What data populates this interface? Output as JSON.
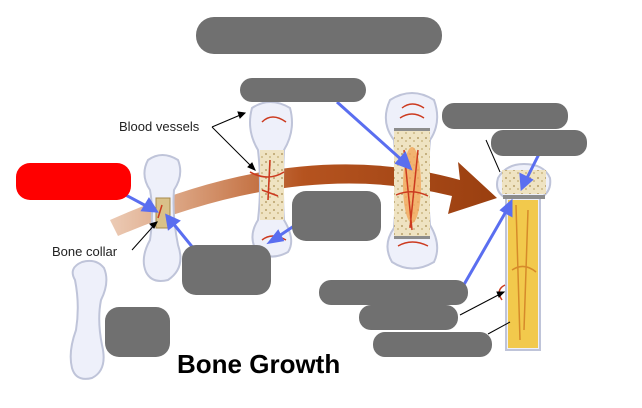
{
  "labels": {
    "blood_vessels": "Blood vessels",
    "bone_collar": "Bone collar",
    "title": "Bone Growth"
  },
  "colors": {
    "mask_gray": "#707070",
    "mask_red": "#ff0000",
    "arrow_blue": "#5a6ef0",
    "growth_arrow": "#b5531f",
    "bone_outline": "#bfc4d9",
    "bone_fill": "#eef0fa",
    "spongy_fill": "#e8dcb8",
    "marrow_fill": "#f2c94c",
    "vessel_red": "#cc3a1f"
  }
}
